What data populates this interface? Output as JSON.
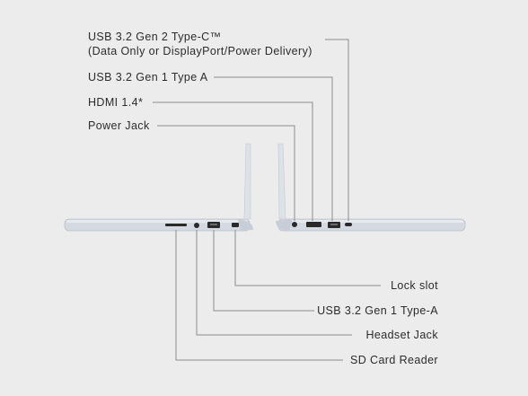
{
  "top_labels": {
    "usb_c_line1": "USB 3.2 Gen 2 Type-C™",
    "usb_c_line2": "(Data Only or DisplayPort/Power Delivery)",
    "usb_a": "USB 3.2 Gen 1 Type A",
    "hdmi": "HDMI 1.4*",
    "power": "Power Jack"
  },
  "bottom_labels": {
    "lock": "Lock slot",
    "usb_a": "USB 3.2 Gen 1 Type-A",
    "headset": "Headset Jack",
    "sd": "SD Card Reader"
  },
  "colors": {
    "background": "#ececec",
    "leader_line": "#8c8c8c",
    "laptop_body": "#d3d8e0",
    "port": "#2a2a2a"
  }
}
